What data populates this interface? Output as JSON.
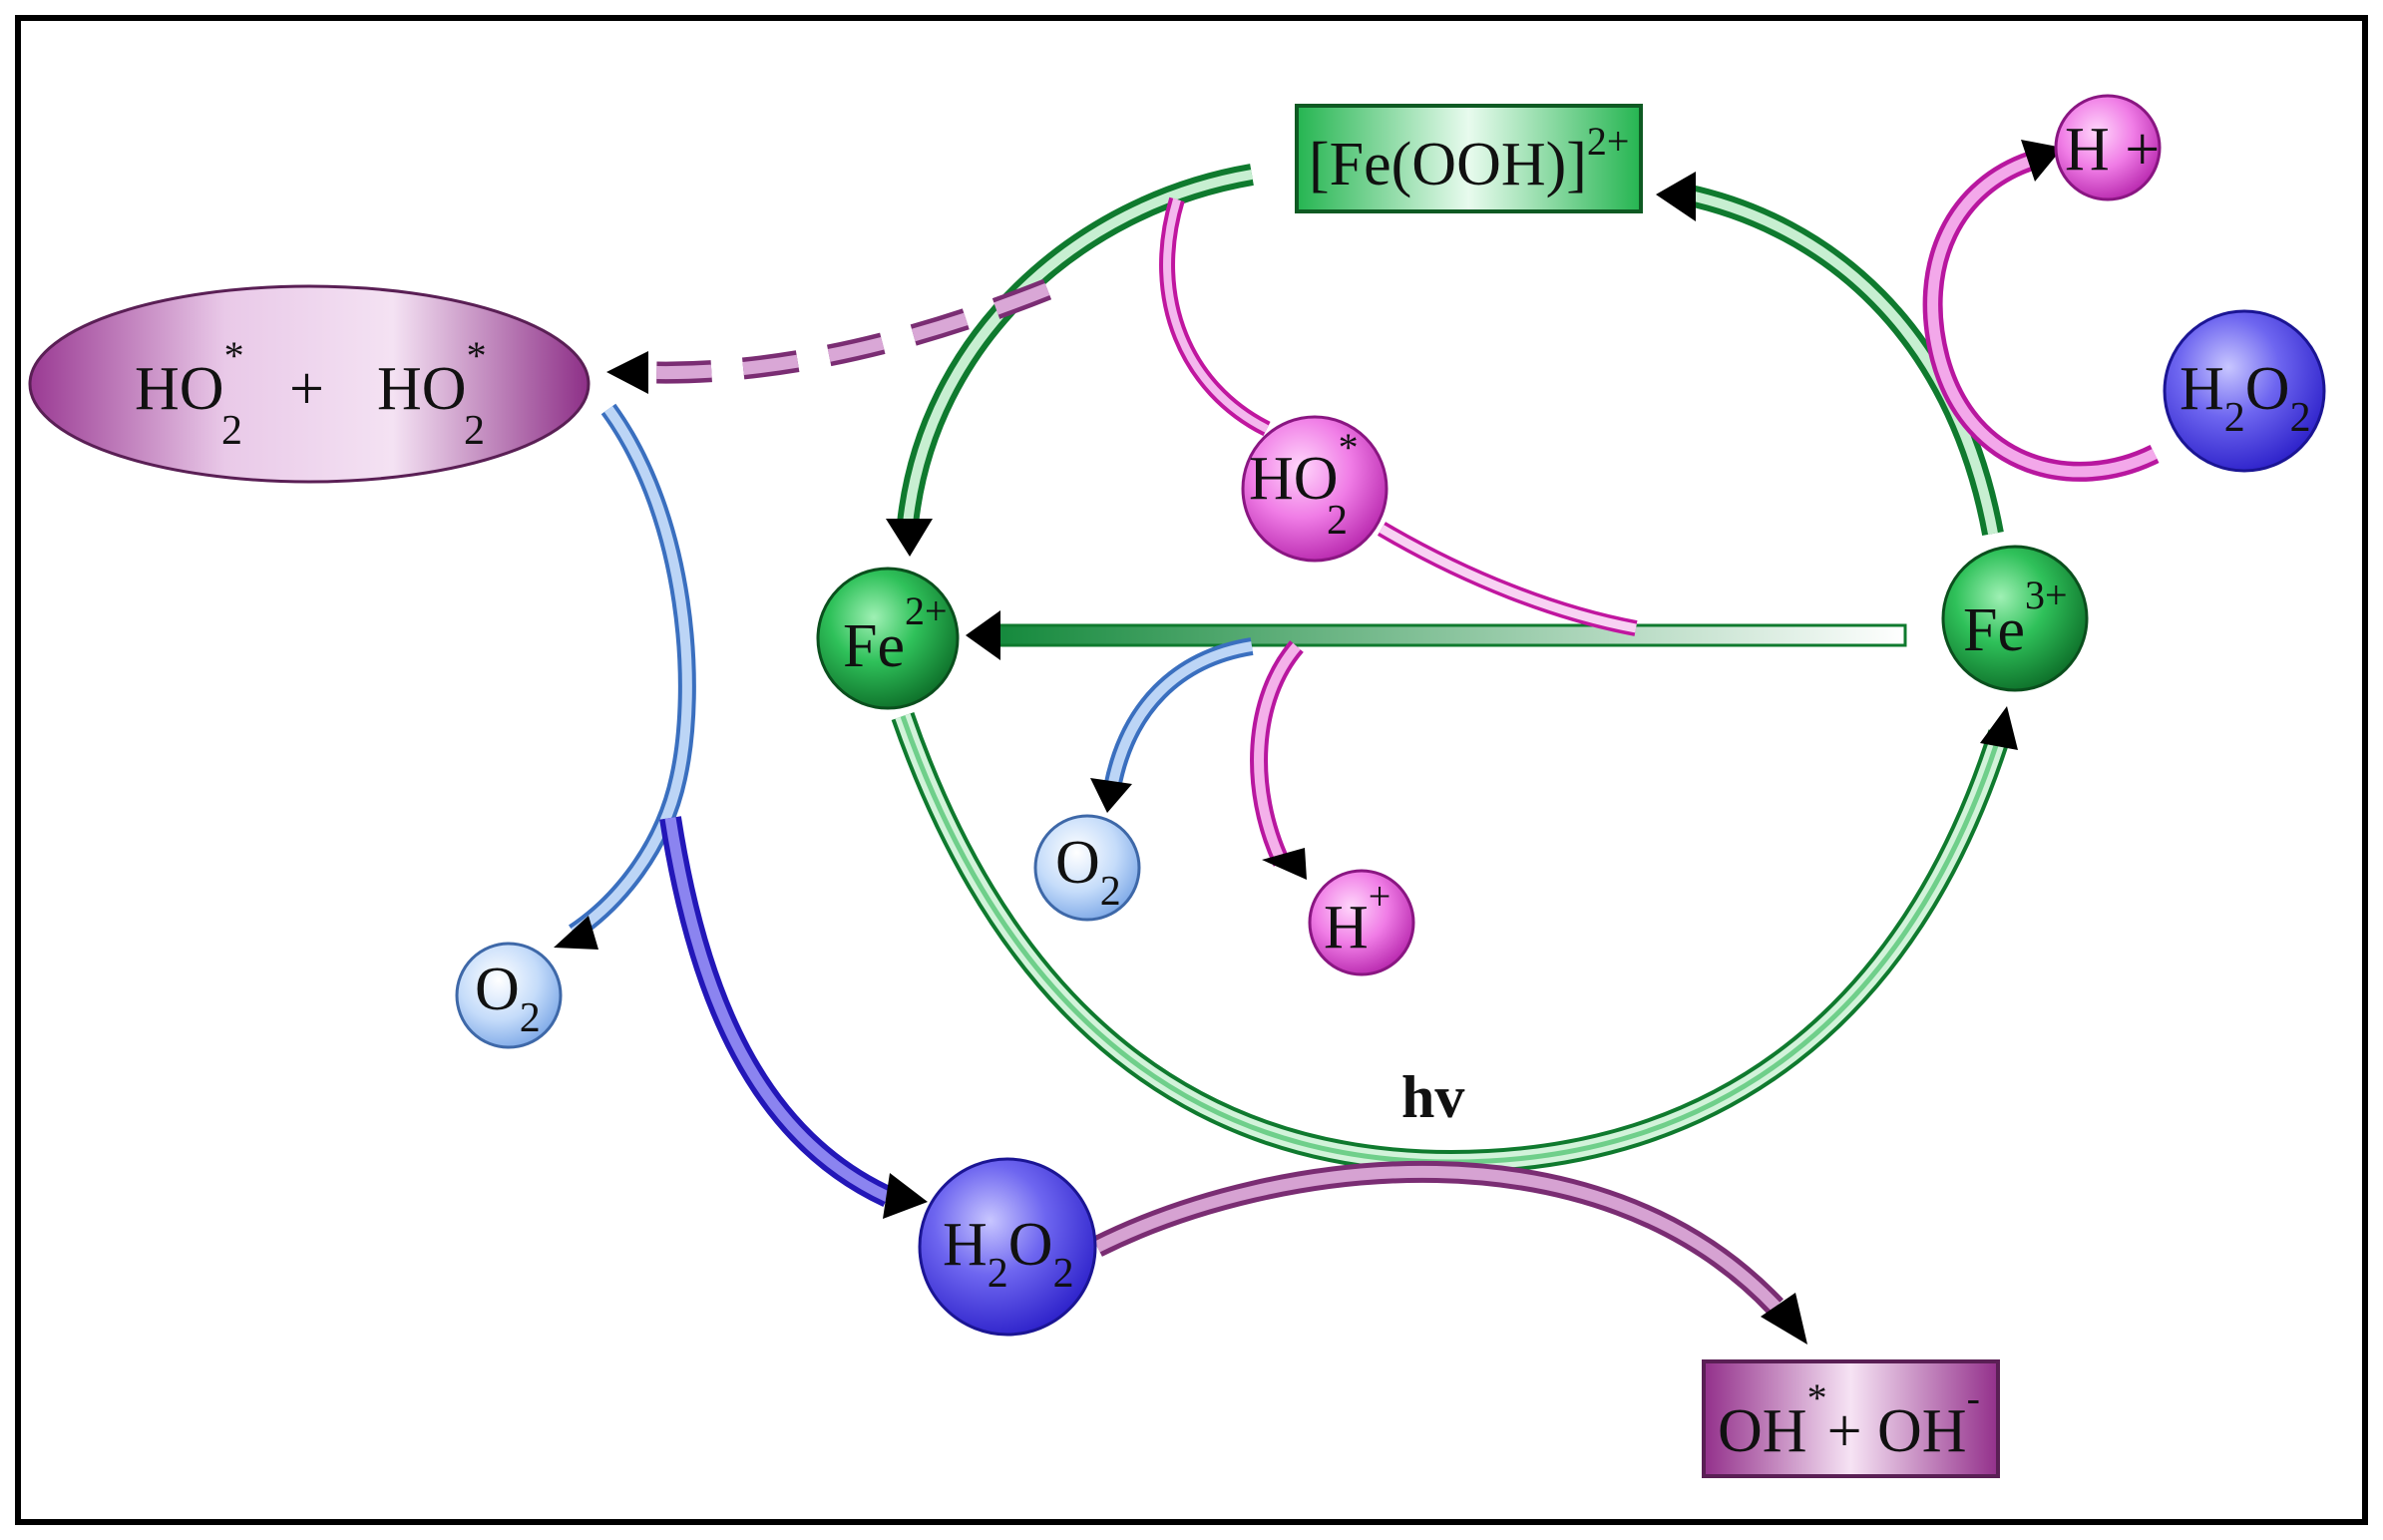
{
  "colors": {
    "frame": "#000000",
    "green_dark": "#0f7a2e",
    "green_light": "#c9efd2",
    "magenta": "#e14fd6",
    "magenta_light": "#fbd3f6",
    "purple": "#8b3a86",
    "purple_light": "#ead3ea",
    "blue_o2": "#8fb6ee",
    "blue_h2o2": "#3a2fd9",
    "box_green": "#2fc15a",
    "box_purple": "#a03d98"
  },
  "nodes": {
    "fe_ooh": {
      "base": "[Fe(OOH)]",
      "sup": "2+"
    },
    "h_plus_top": {
      "text": "H +"
    },
    "h2o2_top": {
      "a": "H",
      "s1": "2",
      "b": "O",
      "s2": "2"
    },
    "ho2_radical": {
      "base": "HO",
      "sup": "*",
      "sub": "2"
    },
    "fe2": {
      "base": "Fe",
      "sup": "2+"
    },
    "fe3": {
      "base": "Fe",
      "sup": "3+"
    },
    "o2_center": {
      "base": "O",
      "sub": "2"
    },
    "h_center": {
      "base": "H",
      "sup": "+"
    },
    "ho2_pair": {
      "a": "HO",
      "a_sup": "*",
      "a_sub": "2",
      "plus": "+",
      "b": "HO",
      "b_sup": "*",
      "b_sub": "2"
    },
    "o2_left": {
      "base": "O",
      "sub": "2"
    },
    "h2o2_bottom": {
      "a": "H",
      "s1": "2",
      "b": "O",
      "s2": "2"
    },
    "oh_products": {
      "a": "OH",
      "a_sup": "*",
      "plus": "+ OH",
      "b_sup": "-"
    }
  },
  "labels": {
    "hv": "hv"
  }
}
